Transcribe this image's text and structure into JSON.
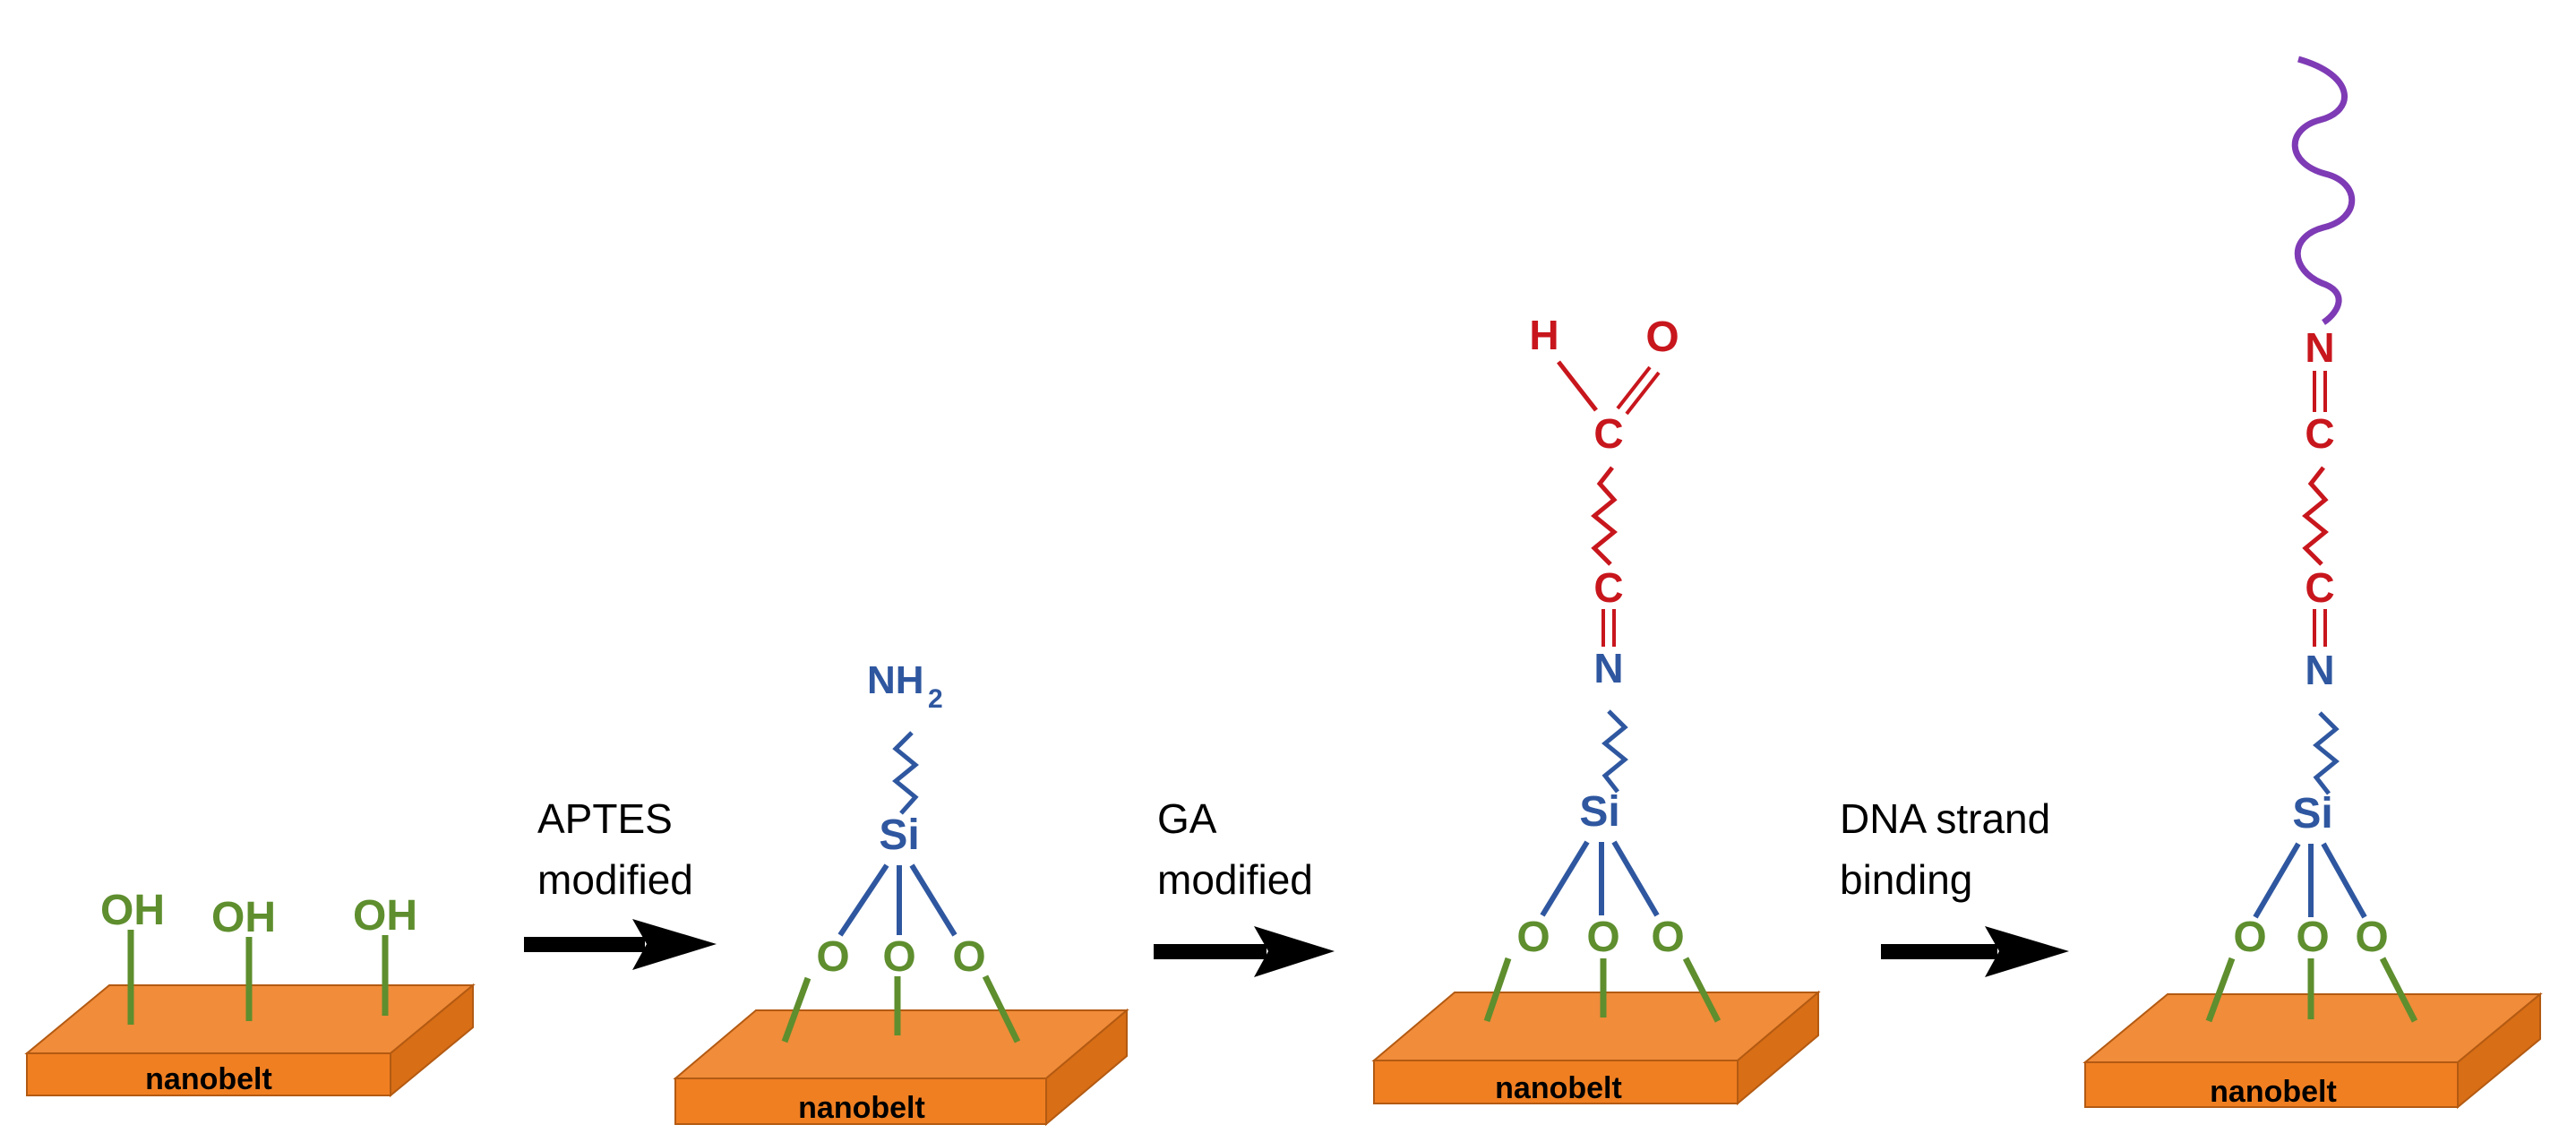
{
  "colors": {
    "slab_top": "#F08C3A",
    "slab_front": "#F07F22",
    "slab_side": "#D86E16",
    "slab_stroke": "#B35A12",
    "green": "#5E8E2E",
    "blue": "#2F57A0",
    "red": "#C8161D",
    "purple": "#7E3BB5",
    "arrow": "#000000"
  },
  "stages": [
    {
      "substrate_label": "nanobelt",
      "groups": [
        "OH",
        "OH",
        "OH"
      ]
    },
    {
      "substrate_label": "nanobelt",
      "oxygens": [
        "O",
        "O",
        "O"
      ],
      "silicon": "Si",
      "terminal": "NH",
      "terminal_subscript": "2"
    },
    {
      "substrate_label": "nanobelt",
      "oxygens": [
        "O",
        "O",
        "O"
      ],
      "silicon": "Si",
      "nitrogen": "N",
      "carbon_lower": "C",
      "carbon_upper": "C",
      "aldehyde_h": "H",
      "aldehyde_o": "O"
    },
    {
      "substrate_label": "nanobelt",
      "oxygens": [
        "O",
        "O",
        "O"
      ],
      "silicon": "Si",
      "nitrogen_lower": "N",
      "carbon_lower": "C",
      "carbon_upper": "C",
      "nitrogen_upper": "N"
    }
  ],
  "steps": [
    {
      "line1": "APTES",
      "line2": "modified"
    },
    {
      "line1": "GA",
      "line2": "modified"
    },
    {
      "line1": "DNA strand",
      "line2": "binding"
    }
  ]
}
